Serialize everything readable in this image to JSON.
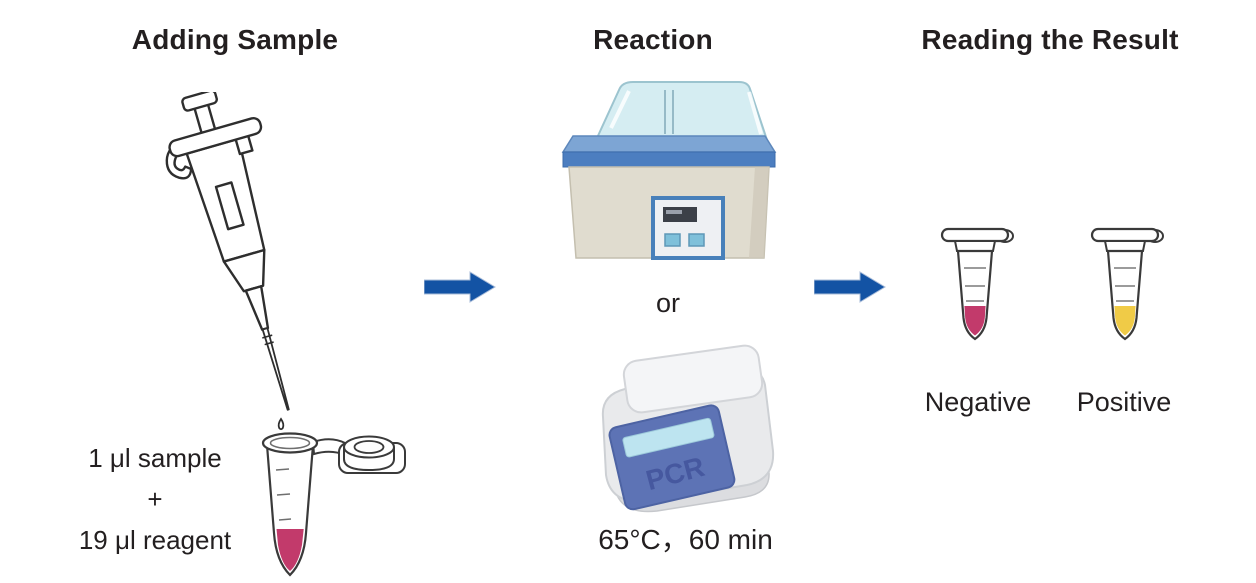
{
  "adding_sample": {
    "title": "Adding Sample",
    "mix_line1": "1 μl sample",
    "mix_plus": "+",
    "mix_line2": "19 μl reagent"
  },
  "reaction": {
    "title": "Reaction",
    "or_label": "or",
    "condition": "65°C，60 min",
    "pcr_display": "PCR"
  },
  "reading_result": {
    "title": "Reading the Result",
    "negative_label": "Negative",
    "positive_label": "Positive"
  },
  "colors": {
    "arrow": "#1353a4",
    "sample_liquid": "#c23a6b",
    "negative_liquid": "#c23a6b",
    "positive_liquid": "#f0cb47"
  }
}
